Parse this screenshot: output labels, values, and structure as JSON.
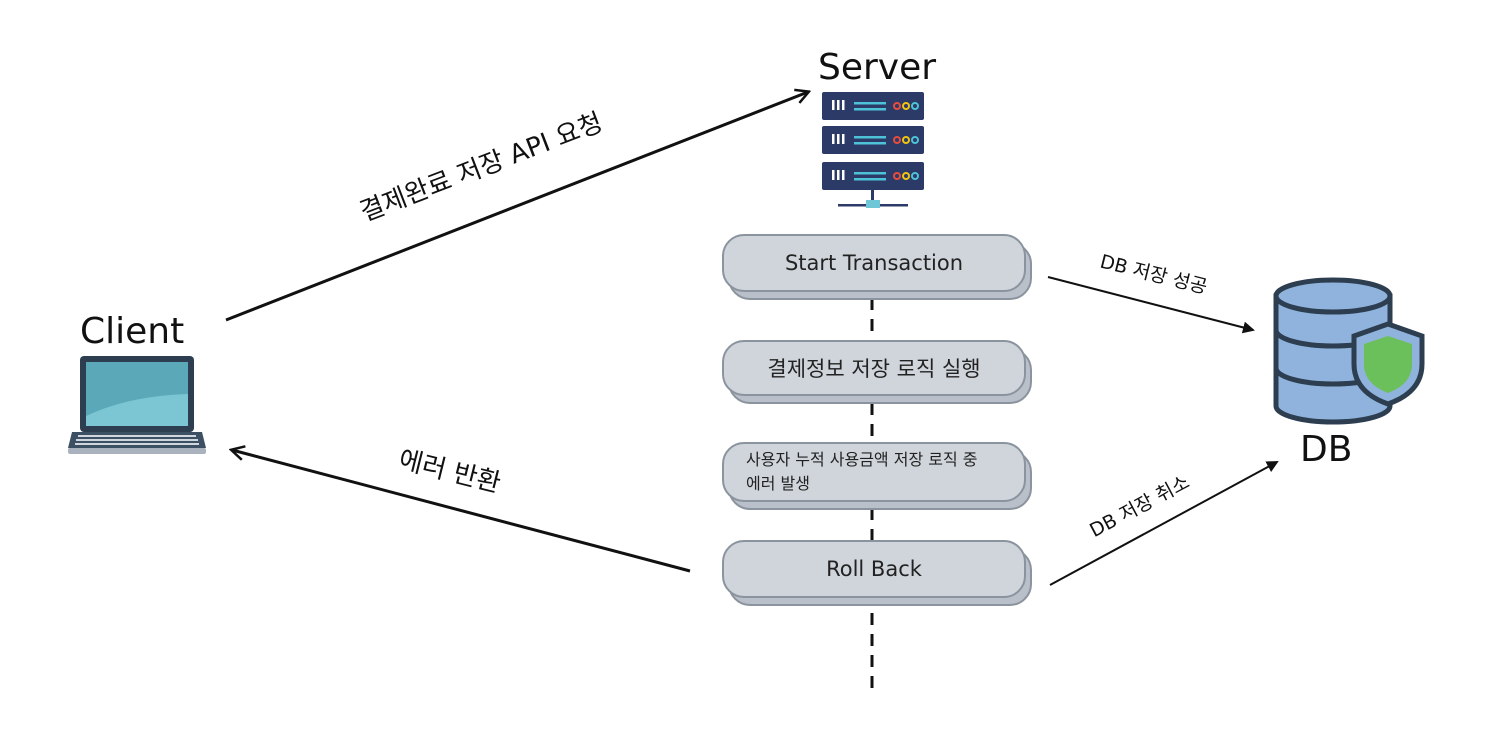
{
  "nodes": {
    "server_label": "Server",
    "client_label": "Client",
    "db_label": "DB"
  },
  "arrows": {
    "request_label": "결제완료 저장 API 요청",
    "error_label": "에러 반환",
    "db_success_label": "DB 저장 성공",
    "db_cancel_label": "DB 저장 취소"
  },
  "steps": [
    {
      "label": "Start Transaction"
    },
    {
      "label": "결제정보 저장 로직 실행"
    },
    {
      "label": "사용자 누적 사용금액 저장 로직 중 에러 발생"
    },
    {
      "label": "Roll Back"
    }
  ],
  "icons": {
    "server": "server-rack-icon",
    "client": "laptop-icon",
    "db": "database-shield-icon"
  },
  "colors": {
    "step_fill": "#d0d5dc",
    "step_border": "#8a939e",
    "server_navy": "#2b3a67",
    "db_blue": "#8fb3dc",
    "db_outline": "#2c3e50",
    "shield_green": "#6cc05b",
    "laptop_screen": "#5ba8b8"
  }
}
